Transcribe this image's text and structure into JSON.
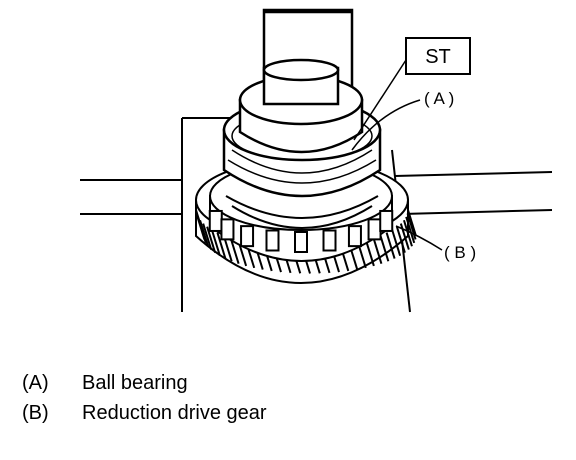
{
  "diagram": {
    "tool_label": "ST",
    "callouts": [
      {
        "key": "A",
        "text": "( A )"
      },
      {
        "key": "B",
        "text": "( B )"
      }
    ]
  },
  "legend": [
    {
      "key": "(A)",
      "text": "Ball bearing"
    },
    {
      "key": "(B)",
      "text": "Reduction drive gear"
    }
  ]
}
